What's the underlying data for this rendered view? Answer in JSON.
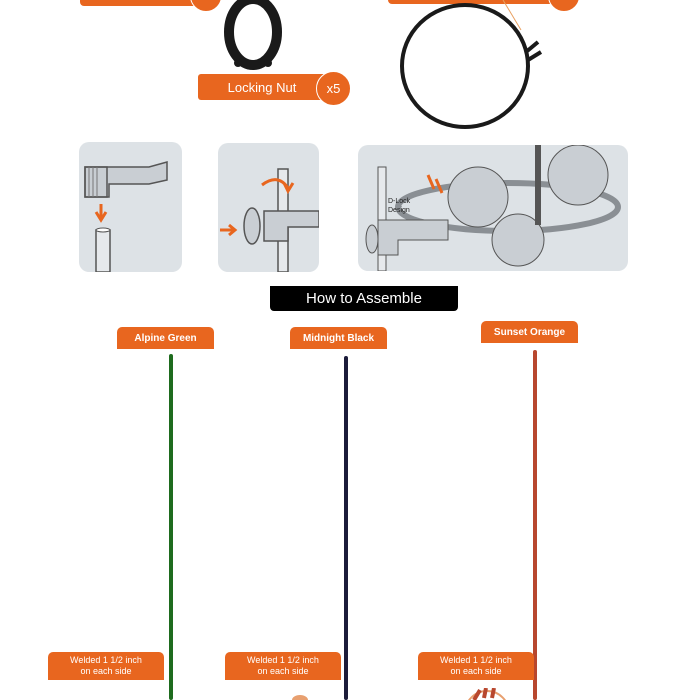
{
  "components": {
    "top_left_tag": {
      "label": "",
      "count": ""
    },
    "locking_nut": {
      "label": "Locking Nut",
      "count": "x5"
    },
    "top_right_tag": {
      "label": "",
      "count": ""
    }
  },
  "illustrations": {
    "step1": {
      "description": "connector placed onto stake"
    },
    "step2": {
      "description": "locking nut tightened onto connector"
    },
    "step3": {
      "label_line1": "D-Lock",
      "label_line2": "Design"
    }
  },
  "section": {
    "title": "How to Assemble"
  },
  "colors": [
    {
      "name": "Alpine Green",
      "rod_color": "#1e6b1e"
    },
    {
      "name": "Midnight Black",
      "rod_color": "#1c1c3a"
    },
    {
      "name": "Sunset Orange",
      "rod_color": "#b8472e"
    }
  ],
  "weld_notes": [
    {
      "line1": "Welded 1 1/2 inch",
      "line2": "on each side"
    },
    {
      "line1": "Welded 1 1/2 inch",
      "line2": "on each side"
    },
    {
      "line1": "Welded 1 1/2 inch",
      "line2": "on each side"
    }
  ],
  "accent": "#e8661f"
}
